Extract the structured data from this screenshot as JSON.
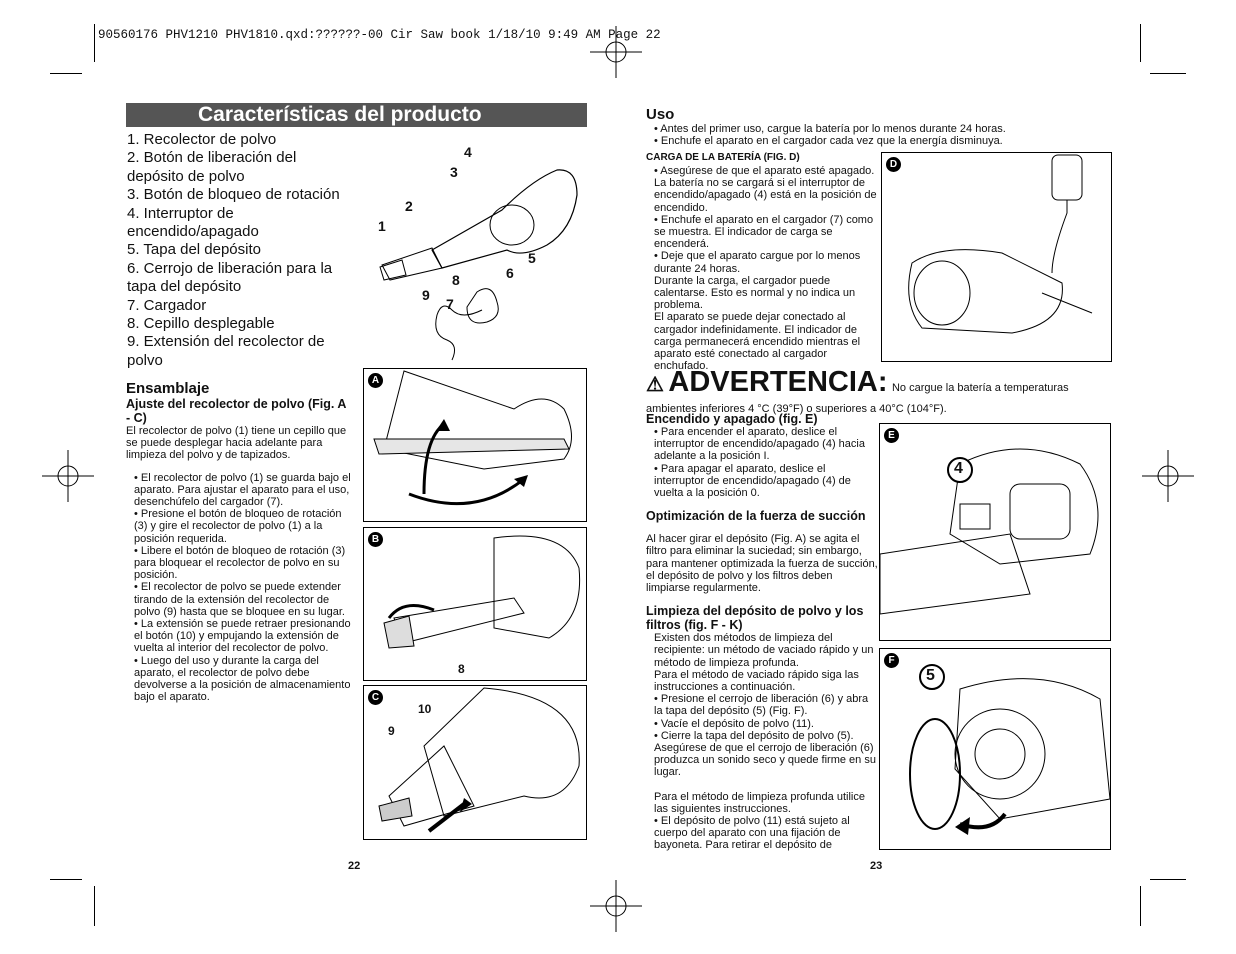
{
  "slug": "90560176 PHV1210 PHV1810.qxd:??????-00 Cir Saw book  1/18/10  9:49 AM  Page 22",
  "left": {
    "title": "Características del producto",
    "features": [
      "1. Recolector de polvo",
      "2. Botón de liberación del depósito de polvo",
      "3. Botón de bloqueo de rotación",
      "4. Interruptor de encendido/apagado",
      "5. Tapa del depósito",
      "6. Cerrojo de liberación para la tapa del depósito",
      "7. Cargador",
      "8. Cepillo desplegable",
      "9. Extensión del recolector de polvo"
    ],
    "callouts": [
      "4",
      "3",
      "2",
      "1",
      "5",
      "6",
      "8",
      "9",
      "7"
    ],
    "assembly_heading": "Ensamblaje",
    "assembly_sub": "Ajuste del recolector de polvo (Fig. A - C)",
    "assembly_intro": "El recolector de polvo (1) tiene un cepillo que se puede desplegar hacia adelante para limpieza del polvo y de tapizados.",
    "assembly_items": [
      "• El recolector de polvo (1) se guarda bajo el aparato. Para ajustar el aparato para el uso, desenchúfelo del cargador (7).",
      "• Presione el botón de bloqueo de rotación (3) y gire el recolector de polvo (1) a la posición requerida.",
      "• Libere el botón de bloqueo de rotación (3) para bloquear el recolector de polvo en su posición.",
      "• El recolector de polvo se puede extender tirando de la extensión del recolector de polvo (9) hasta que se bloquee en su lugar.",
      "• La extensión se puede retraer presionando el botón (10) y empujando la extensión de vuelta al interior del recolector de polvo.",
      "• Luego del uso y durante la carga del aparato, el recolector de polvo debe devolverse a la posición de almacenamiento bajo el aparato."
    ],
    "fig_tags": [
      "A",
      "B",
      "C"
    ],
    "figB_callout": "8",
    "figC_callouts": [
      "10",
      "9"
    ],
    "page_number": "22"
  },
  "right": {
    "use_heading": "Uso",
    "use_items": [
      "• Antes del primer uso, cargue la batería por lo menos durante 24 horas.",
      "• Enchufe el aparato en el cargador cada vez que la energía disminuya."
    ],
    "charge_heading": "CARGA DE LA BATERÍA (FIG. D)",
    "charge_items": [
      "• Asegúrese de que el aparato esté apagado. La batería no se cargará si el interruptor de encendido/apagado (4) está en la posición de encendido.",
      "• Enchufe el aparato en el cargador (7) como se muestra. El indicador de carga se encenderá.",
      "• Deje que el aparato cargue por lo menos durante 24 horas.",
      "Durante la carga, el cargador puede calentarse. Esto es normal y no indica un problema.",
      "El aparato se puede dejar conectado al cargador indefinidamente. El indicador de carga permanecerá encendido mientras el aparato esté conectado al cargador enchufado."
    ],
    "warning_symbol": "⚠",
    "warning_word": "ADVERTENCIA:",
    "warning_text": "No cargue la batería a temperaturas ambientes inferiores 4 °C (39°F) o superiores a 40°C (104°F).",
    "onoff_heading": "Encendido y apagado (fig. E)",
    "onoff_items": [
      "• Para encender el aparato, deslice el interruptor de encendido/apagado (4) hacia adelante a la posición I.",
      "• Para apagar el aparato, deslice el interruptor de encendido/apagado (4) de vuelta a la posición 0."
    ],
    "suction_heading": "Optimización de la fuerza de succión",
    "suction_text": "Al hacer girar el depósito (Fig. A) se agita el filtro para eliminar la suciedad; sin embargo, para mantener optimizada la fuerza de succión, el depósito de polvo y los filtros deben limpiarse regularmente.",
    "clean_heading": "Limpieza del depósito de polvo y los filtros (fig. F - K)",
    "clean_items": [
      "Existen dos métodos de limpieza del recipiente: un método de vaciado rápido y un método de limpieza profunda.",
      " Para el método de vaciado rápido siga las instrucciones a continuación.",
      "• Presione el cerrojo de liberación (6) y abra la tapa del depósito (5) (Fig. F).",
      "• Vacíe el depósito de polvo (11).",
      "• Cierre la tapa del depósito de polvo (5). Asegúrese de que el cerrojo de liberación (6) produzca un sonido seco y quede firme en su lugar.",
      "",
      "Para el método de limpieza profunda utilice las siguientes instrucciones.",
      "• El depósito de polvo (11) está sujeto al cuerpo del aparato con una fijación de bayoneta. Para retirar el depósito de"
    ],
    "fig_tags": [
      "D",
      "E",
      "F"
    ],
    "figE_callout": "4",
    "figF_callout": "5",
    "page_number": "23"
  }
}
